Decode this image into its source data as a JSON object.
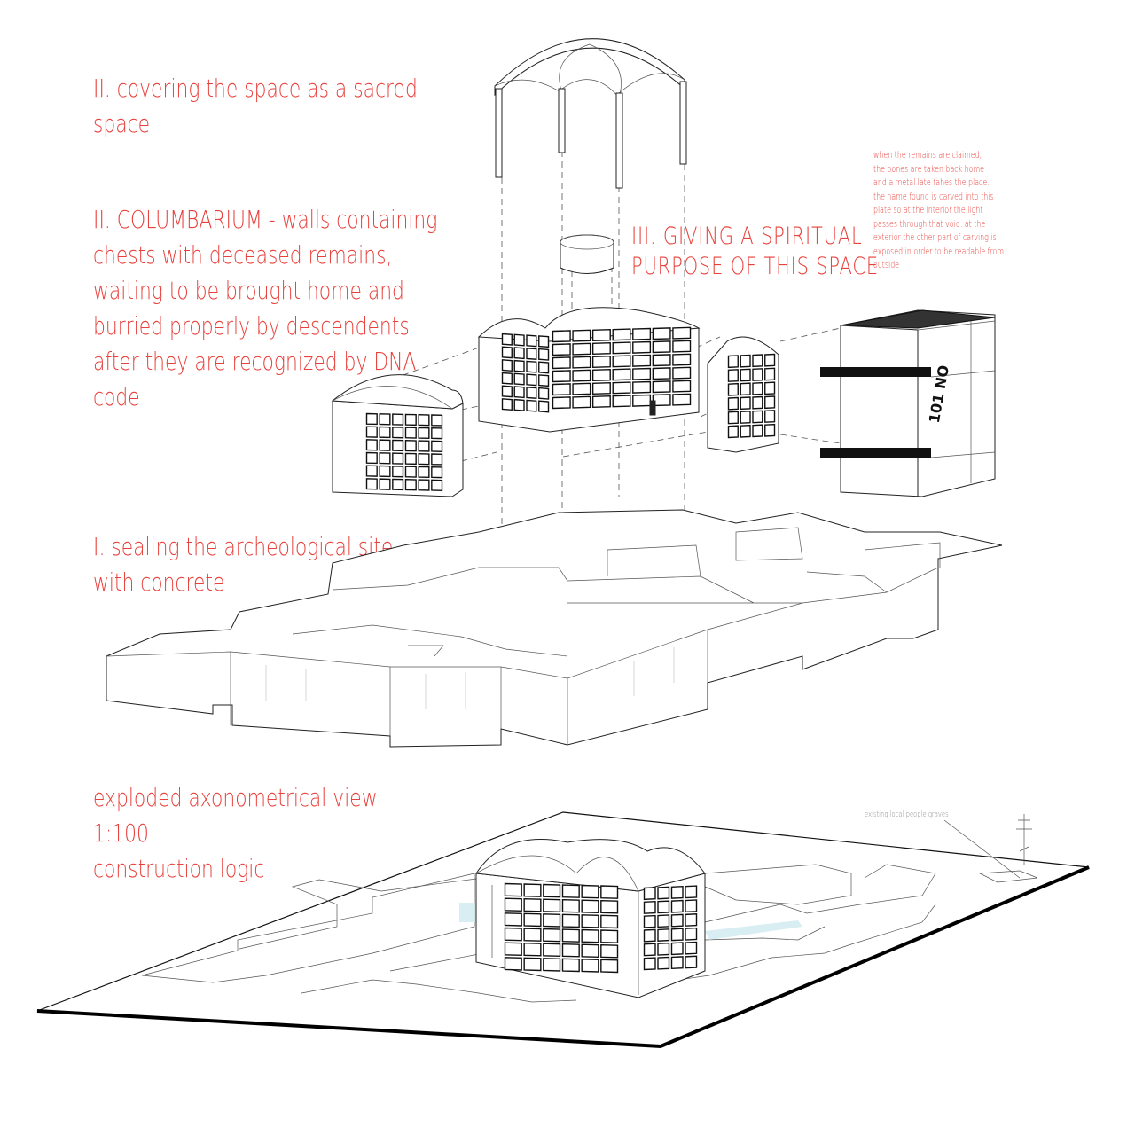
{
  "labels": {
    "covering": "II. covering the space as a sacred\nspace",
    "columbarium": "II. COLUMBARIUM - walls containing\nchests with deceased remains,\nwaiting to be brought home and\nburried properly by descendents\nafter they are recognized by DNA\ncode",
    "spiritual": "III. GIVING A SPIRITUAL\nPURPOSE OF THIS SPACE",
    "note": "when the remains are claimed,\nthe bones are taken back home\nand a metal late tahes the place.\nthe name found is carved into this\nplate so at the interior the light\npasses through that void. at the\nexterior the other part of carving is\nexposed in order to be readable from\noutside",
    "sealing": "I. sealing the archeological site\n with concrete",
    "exploded": "exploded axonometrical view\n1:100\nconstruction logic",
    "graves": "existing local people graves"
  },
  "plate_text": "101\nNO",
  "colors": {
    "annotation": "#e8413c",
    "ink": "#222222",
    "water": "#cfeaf0"
  }
}
